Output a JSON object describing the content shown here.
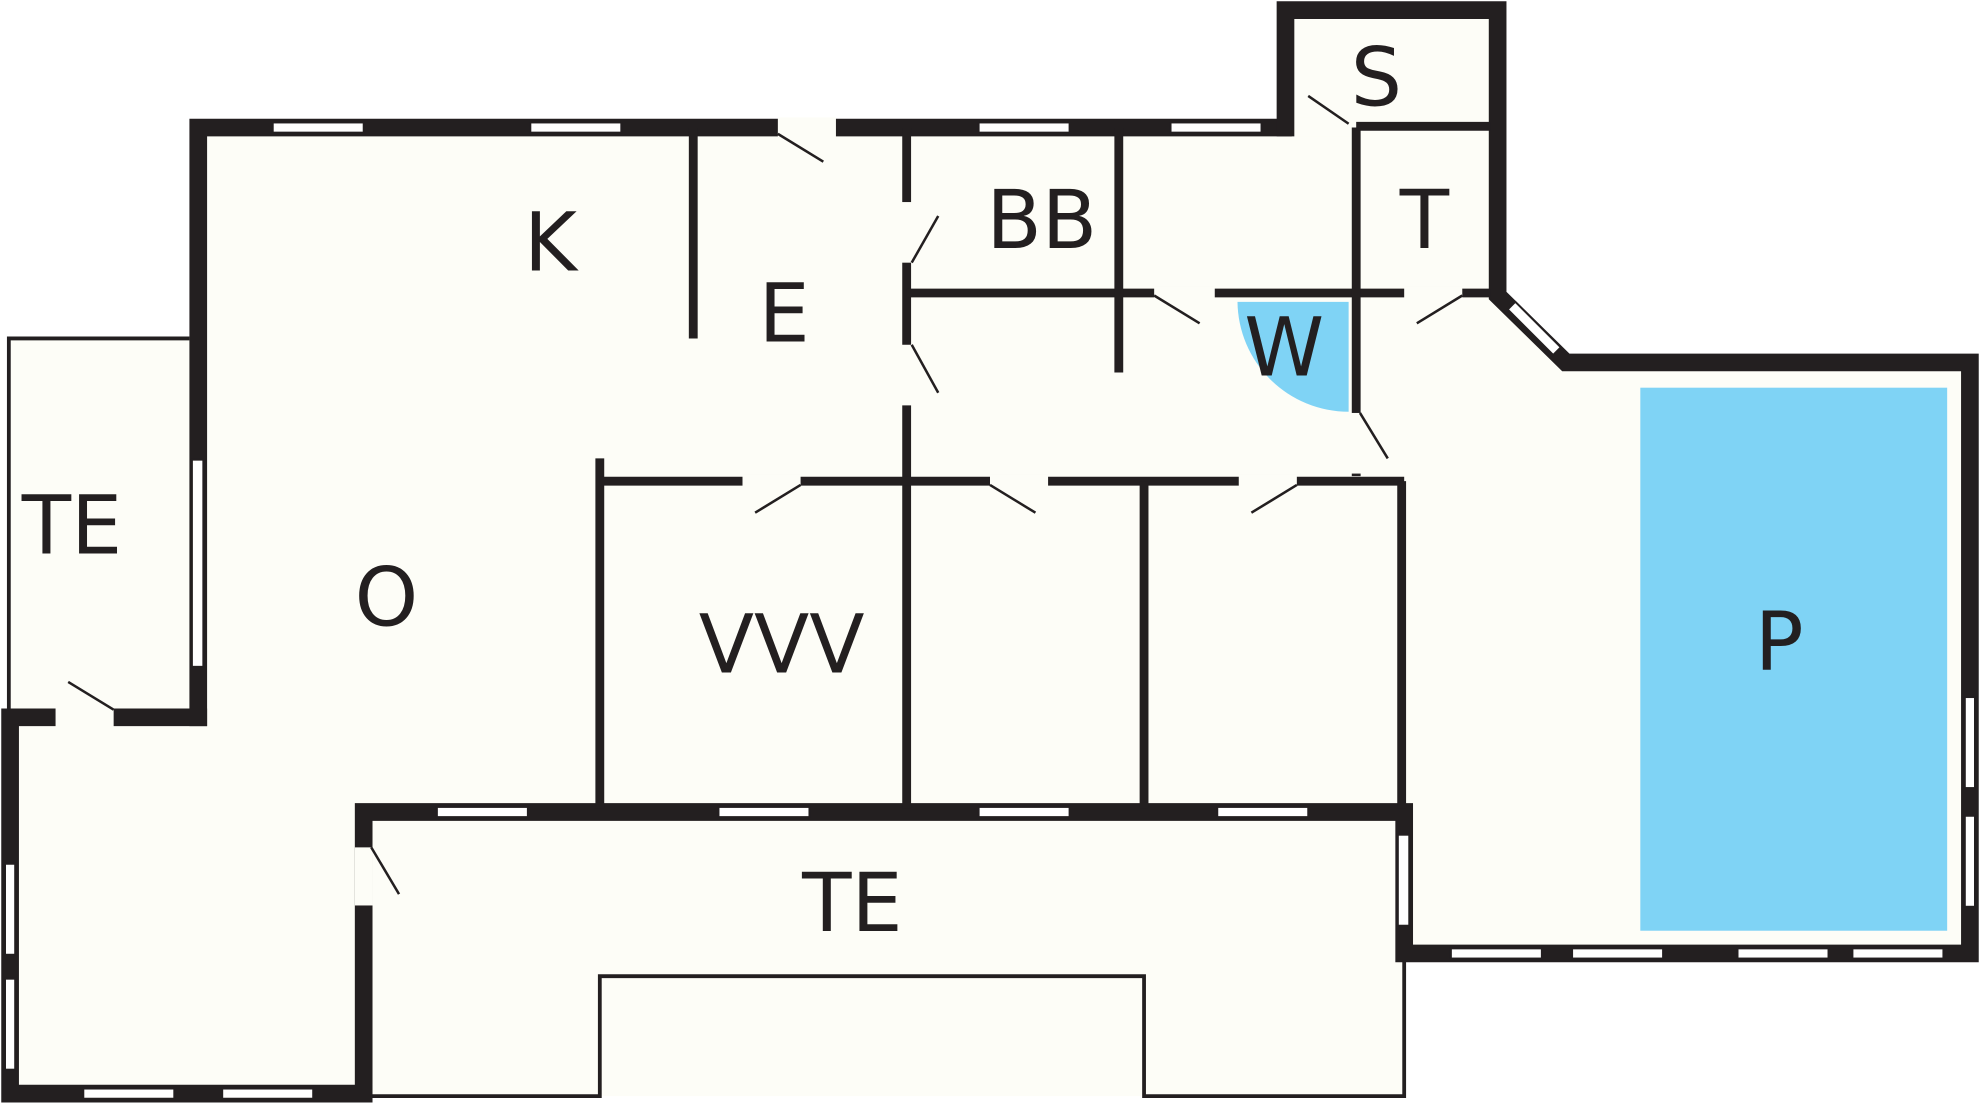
{
  "floorplan": {
    "colors": {
      "wall": "#231f20",
      "floor": "#fdfdf7",
      "water": "#7fd3f5",
      "window": "#ffffff"
    },
    "labels": {
      "s": "S",
      "t": "T",
      "bb": "BB",
      "k": "K",
      "e": "E",
      "w": "W",
      "te_left": "TE",
      "o": "O",
      "vvv": "VVV",
      "p": "P",
      "te_bottom": "TE"
    }
  }
}
